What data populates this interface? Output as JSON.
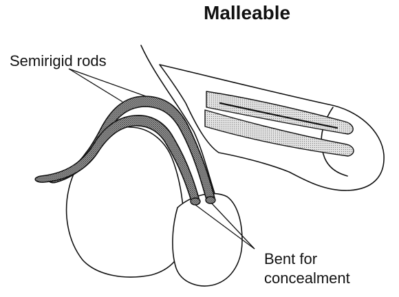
{
  "diagram": {
    "title": "Malleable",
    "labels": {
      "rods": "Semirigid rods",
      "bent_line1": "Bent for",
      "bent_line2": "concealment"
    }
  }
}
